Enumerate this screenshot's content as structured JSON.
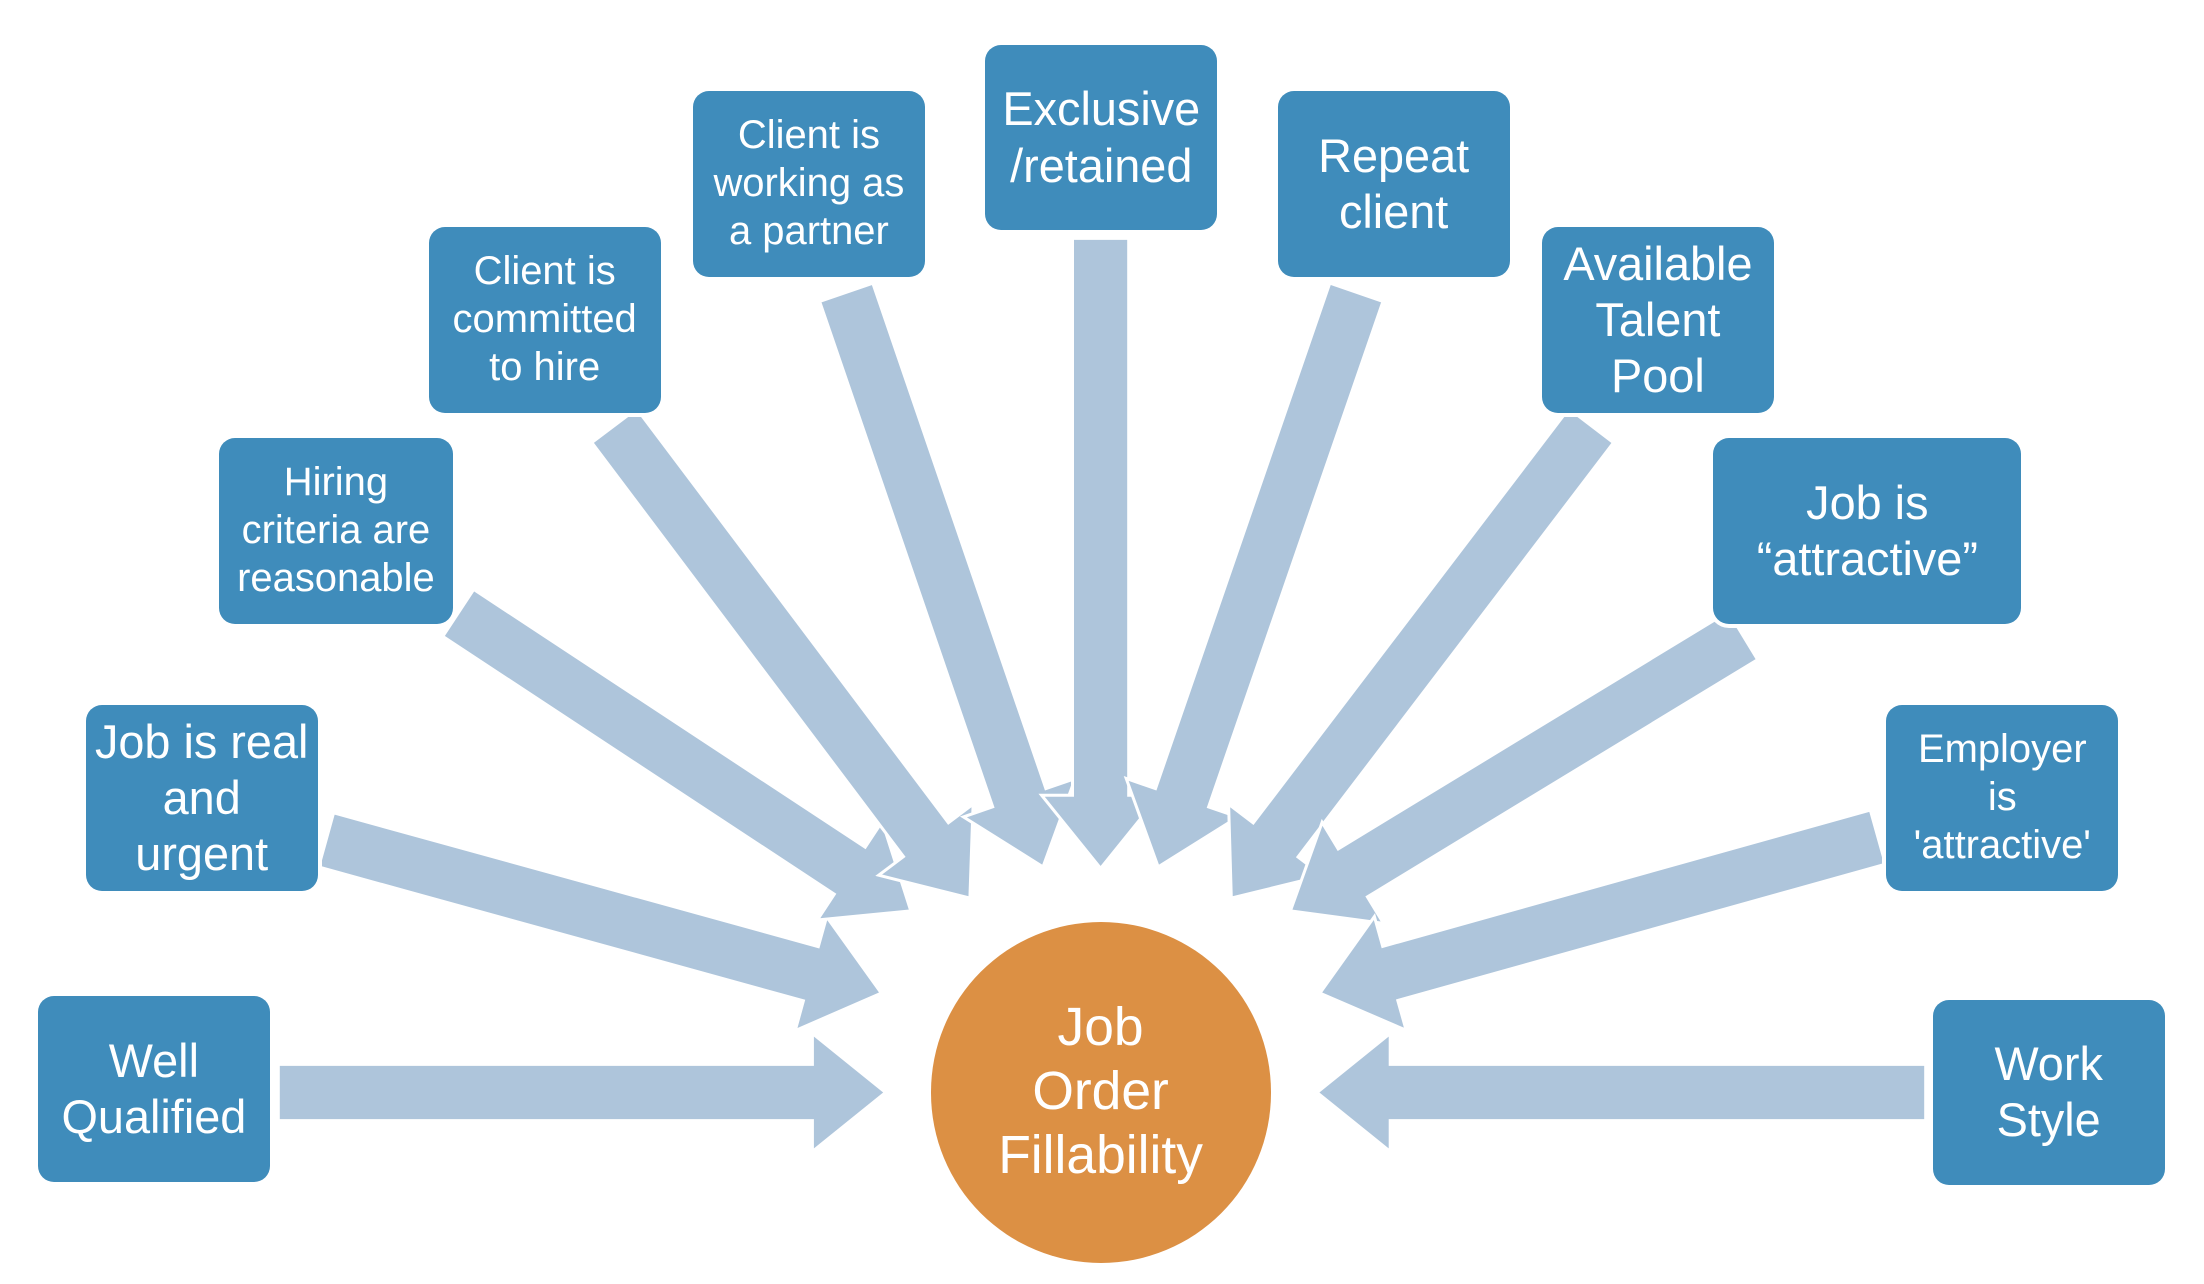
{
  "diagram": {
    "type": "radial-convergence",
    "center": {
      "label": "Job\nOrder\nFillability",
      "color": "#DC9044"
    },
    "colors": {
      "box_fill": "#3F8CBB",
      "arrow_fill": "#AEC5DB",
      "text": "#FFFFFF"
    },
    "factors": [
      {
        "id": "well-qualified",
        "label": "Well\nQualified"
      },
      {
        "id": "job-real-urgent",
        "label": "Job is real\nand\nurgent"
      },
      {
        "id": "hiring-criteria",
        "label": "Hiring\ncriteria are\nreasonable"
      },
      {
        "id": "client-committed",
        "label": "Client is\ncommitted\nto hire"
      },
      {
        "id": "client-partner",
        "label": "Client is\nworking as\na partner"
      },
      {
        "id": "exclusive-retained",
        "label": "Exclusive\n/retained"
      },
      {
        "id": "repeat-client",
        "label": "Repeat\nclient"
      },
      {
        "id": "available-talent-pool",
        "label": "Available\nTalent\nPool"
      },
      {
        "id": "job-attractive",
        "label": "Job is\n“attractive”"
      },
      {
        "id": "employer-attractive",
        "label": "Employer\nis\n'attractive'"
      },
      {
        "id": "work-style",
        "label": "Work\nStyle"
      }
    ]
  }
}
